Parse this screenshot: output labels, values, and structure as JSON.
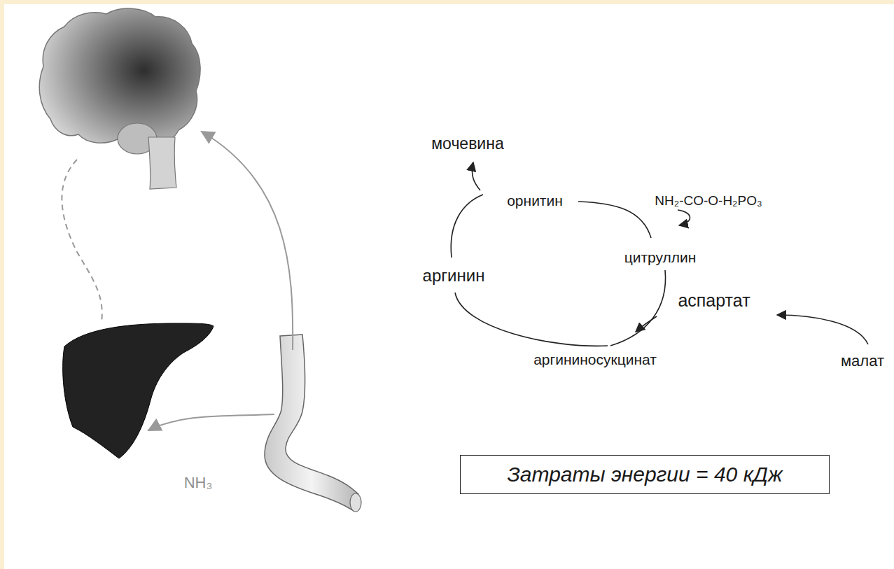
{
  "diagram": {
    "nodes": [
      {
        "text": [
          "Затраты энергии = 40 кДж"
        ]
      }
    ],
    "labels": [
      "мочевина",
      "орнитин",
      "NH₂-CO-O-H₂PO₃",
      "аргинин",
      "цитруллин",
      "аспартат",
      "аргининосукцинат",
      "малат",
      "NH₃"
    ]
  }
}
